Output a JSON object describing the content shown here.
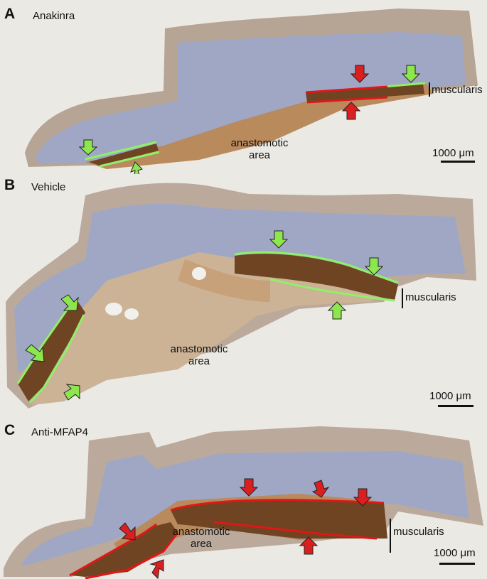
{
  "panels": [
    {
      "letter": "A",
      "title": "Anakinra",
      "label_area": [
        "anastomotic",
        "area"
      ],
      "label_muscularis": "muscularis",
      "scale": "1000 μm"
    },
    {
      "letter": "B",
      "title": "Vehicle",
      "label_area": [
        "anastomotic",
        "area"
      ],
      "label_muscularis": "muscularis",
      "scale": "1000 μm"
    },
    {
      "letter": "C",
      "title": "Anti-MFAP4",
      "label_area": [
        "anastomotic",
        "area"
      ],
      "label_muscularis": "muscularis",
      "scale": "1000 μm"
    }
  ],
  "colors": {
    "background": "#ebe9e4",
    "mucosa": "#9fa7c4",
    "submucosa": "#ccb396",
    "muscle": "#6e4422",
    "villi": "#8b6b52",
    "green_outline": "#8ff06a",
    "red_outline": "#e01717",
    "green_arrow": "#8ee64e",
    "red_arrow": "#d91f1f"
  },
  "icons": [
    "green-arrow-icon",
    "red-arrow-icon"
  ]
}
